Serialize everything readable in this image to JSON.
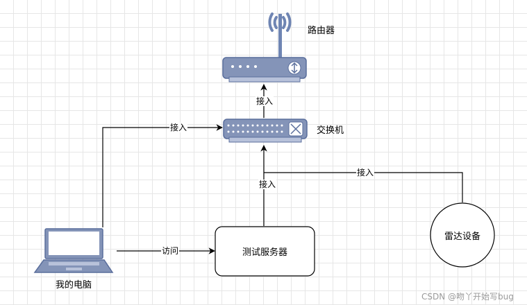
{
  "nodes": {
    "router": {
      "label": "路由器"
    },
    "switch": {
      "label": "交换机"
    },
    "laptop": {
      "label": "我的电脑"
    },
    "server": {
      "label": "测试服务器"
    },
    "radar": {
      "label": "雷达设备"
    }
  },
  "edges": {
    "switch_to_router": {
      "label": "接入"
    },
    "laptop_to_switch": {
      "label": "接入"
    },
    "server_to_switch": {
      "label": "接入"
    },
    "radar_to_switch": {
      "label": "接入"
    },
    "laptop_to_server": {
      "label": "访问"
    }
  },
  "watermark": "CSDN @吻丫开始写bug"
}
